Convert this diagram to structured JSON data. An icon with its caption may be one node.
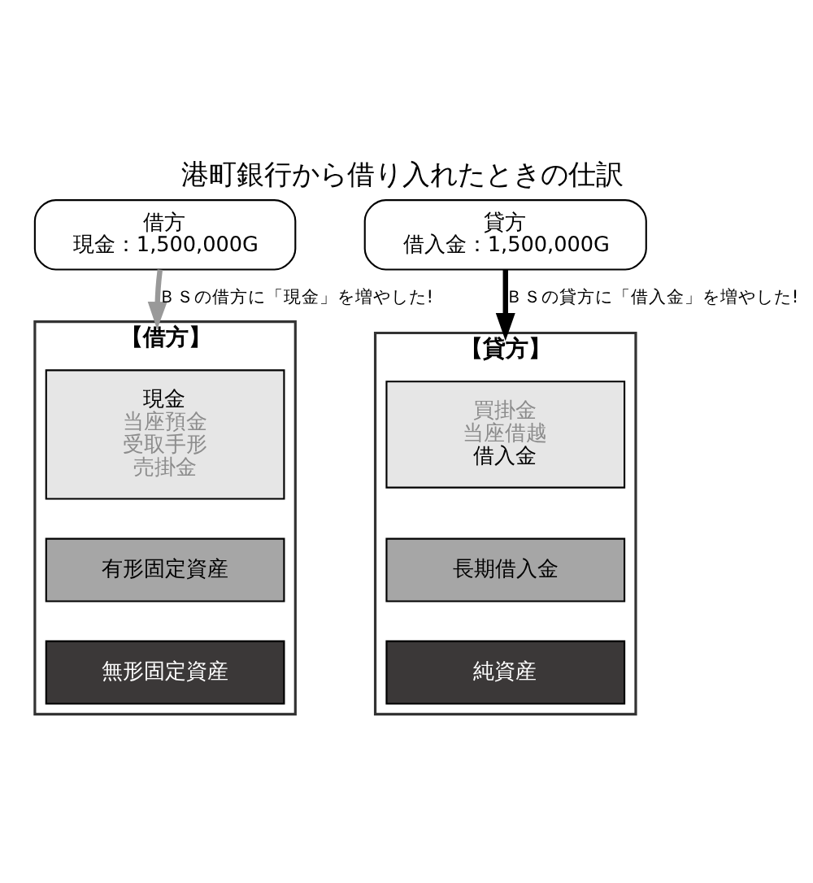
{
  "diagram": {
    "title": "港町銀行から借り入れたときの仕訳",
    "nodes": [
      {
        "text": [
          "借方",
          "現金：1,500,000G"
        ]
      },
      {
        "text": [
          "貸方",
          "借入金：1,500,000G"
        ]
      },
      {
        "text": [
          "【借方】"
        ]
      },
      {
        "text": [
          "現金",
          "当座預金",
          "受取手形",
          "売掛金"
        ],
        "in": 2
      },
      {
        "text": [
          "有形固定資産"
        ],
        "in": 2
      },
      {
        "text": [
          "無形固定資産"
        ],
        "in": 2
      },
      {
        "text": [
          "【貸方】"
        ]
      },
      {
        "text": [
          "買掛金",
          "当座借越",
          "借入金"
        ],
        "in": 6
      },
      {
        "text": [
          "長期借入金"
        ],
        "in": 6
      },
      {
        "text": [
          "純資産"
        ],
        "in": 6
      }
    ],
    "edges": [
      {
        "from": 0,
        "to": 2,
        "arrow": "to",
        "label": "ＢＳの借方に「現金」を増やした!",
        "color": "#999999"
      },
      {
        "from": 1,
        "to": 6,
        "arrow": "to",
        "label": "ＢＳの貸方に「借入金」を増やした!",
        "color": "#000000"
      }
    ]
  }
}
